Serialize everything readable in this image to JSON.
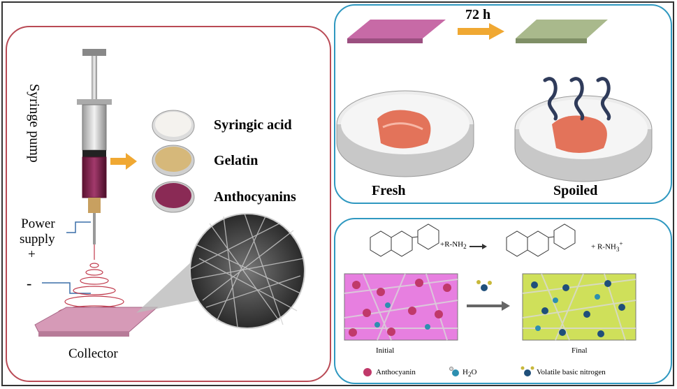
{
  "left_panel": {
    "syringe_label": "Syringe pump",
    "materials": [
      {
        "label": "Syringic acid",
        "color": "#ece9e3"
      },
      {
        "label": "Gelatin",
        "color": "#d6b87a"
      },
      {
        "label": "Anthocyanins",
        "color": "#8a2a55"
      }
    ],
    "power_supply": "Power\nsupply",
    "plus": "+",
    "minus": "-",
    "collector": "Collector"
  },
  "top_right_panel": {
    "time": "72 h",
    "fresh": "Fresh",
    "spoiled": "Spoiled",
    "fresh_film_color": "#c76aa6",
    "spoiled_film_color": "#a9b98c"
  },
  "bottom_right_panel": {
    "reaction_left": "+R-NH",
    "reaction_left_sub": "2",
    "reaction_right": "+ R-NH",
    "reaction_right_sub": "3",
    "reaction_right_sup": "+",
    "initial": "Initial",
    "final": "Final",
    "legend": [
      {
        "label": "Anthocyanin",
        "icon": "anthocyanin-dot"
      },
      {
        "label": "H",
        "sub": "2",
        "tail": "O",
        "icon": "water-molecule"
      },
      {
        "label": "Volatile basic nitrogen",
        "icon": "nitrogen-molecule"
      }
    ],
    "initial_color": "#e77fe0",
    "final_color": "#cfe05a"
  }
}
